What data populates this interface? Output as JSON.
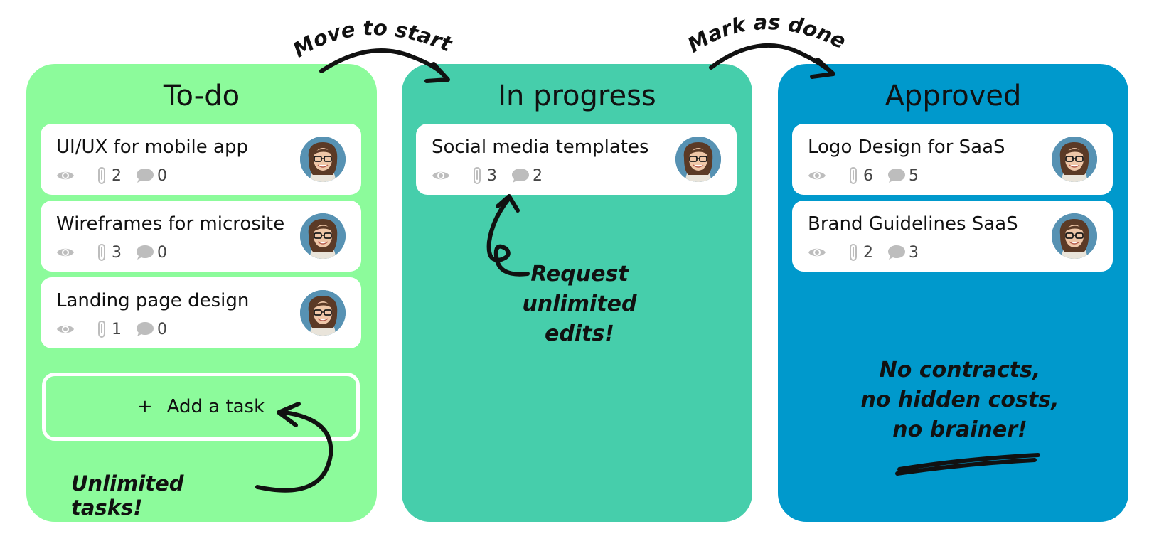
{
  "annotations": {
    "move_to_start": "Move to start",
    "mark_as_done": "Mark as done",
    "request_edits": [
      "Request",
      "unlimited",
      "edits!"
    ],
    "unlimited_tasks": "Unlimited tasks!",
    "no_contracts": [
      "No contracts,",
      "no hidden costs,",
      "no brainer!"
    ]
  },
  "columns": [
    {
      "title": "To-do",
      "color": "#8cfb9b",
      "cards": [
        {
          "title": "UI/UX for mobile app",
          "attachments": "2",
          "comments": "0"
        },
        {
          "title": "Wireframes for microsite",
          "attachments": "3",
          "comments": "0"
        },
        {
          "title": "Landing page design",
          "attachments": "1",
          "comments": "0"
        }
      ],
      "add_task": {
        "icon": "+",
        "label": "Add a task"
      }
    },
    {
      "title": "In progress",
      "color": "#46ceab",
      "cards": [
        {
          "title": "Social media templates",
          "attachments": "3",
          "comments": "2"
        }
      ]
    },
    {
      "title": "Approved",
      "color": "#0099cc",
      "cards": [
        {
          "title": "Logo Design for SaaS",
          "attachments": "6",
          "comments": "5"
        },
        {
          "title": "Brand Guidelines SaaS",
          "attachments": "2",
          "comments": "3"
        }
      ]
    }
  ]
}
